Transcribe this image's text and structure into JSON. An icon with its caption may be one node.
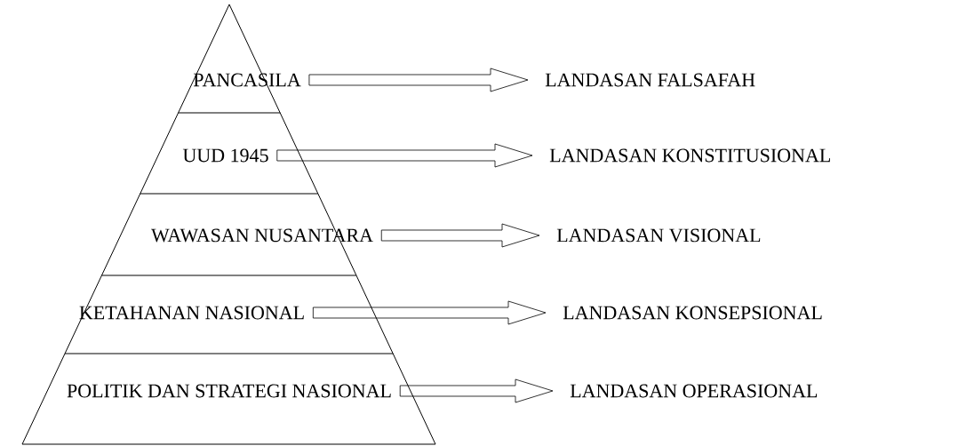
{
  "diagram": {
    "nodes": [
      {
        "text": [
          "PANCASILA"
        ]
      },
      {
        "text": [
          "UUD 1945"
        ]
      },
      {
        "text": [
          "WAWASAN NUSANTARA"
        ]
      },
      {
        "text": [
          "KETAHANAN NASIONAL"
        ]
      },
      {
        "text": [
          "POLITIK DAN STRATEGI NASIONAL"
        ]
      },
      {
        "text": [
          "LANDASAN FALSAFAH"
        ]
      },
      {
        "text": [
          "LANDASAN KONSTITUSIONAL"
        ]
      },
      {
        "text": [
          "LANDASAN VISIONAL"
        ]
      },
      {
        "text": [
          "LANDASAN KONSEPSIONAL"
        ]
      },
      {
        "text": [
          "LANDASAN OPERASIONAL"
        ]
      }
    ],
    "edges": [
      {
        "from": 0,
        "to": 5,
        "arrow": "to"
      },
      {
        "from": 1,
        "to": 6,
        "arrow": "to"
      },
      {
        "from": 2,
        "to": 7,
        "arrow": "to"
      },
      {
        "from": 3,
        "to": 8,
        "arrow": "to"
      },
      {
        "from": 4,
        "to": 9,
        "arrow": "to"
      }
    ]
  }
}
